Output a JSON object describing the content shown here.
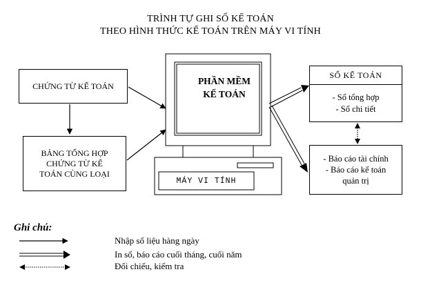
{
  "title": {
    "line1": "TRÌNH TỰ GHI SỐ KẾ TOÁN",
    "line2": "THEO HÌNH THỨC KẾ TOÁN TRÊN MÁY VI TÍNH"
  },
  "boxes": {
    "chung_tu": "CHỨNG TỪ KẾ TOÁN",
    "bang_tong_hop": [
      "BẢNG TỔNG HỢP",
      "CHỨNG TỪ KẾ",
      "TOÁN CÙNG LOẠI"
    ],
    "so_ke_toan": {
      "header": "SỔ KẾ TOÁN",
      "items": [
        "- Sổ tổng hợp",
        "- Sổ chi tiết"
      ]
    },
    "bao_cao": [
      "- Báo cáo tài chính",
      "- Báo cáo kế toán",
      "quản trị"
    ]
  },
  "computer": {
    "screen_text": [
      "PHẦN MỀM",
      "KẾ TOÁN"
    ],
    "cpu_label": "MÁY VI TÍNH"
  },
  "legend": {
    "title": "Ghi chú:",
    "items": [
      "Nhập số liệu  hàng ngày",
      "In sổ, báo cáo cuối tháng, cuối năm",
      "Đối chiếu, kiểm tra"
    ]
  }
}
